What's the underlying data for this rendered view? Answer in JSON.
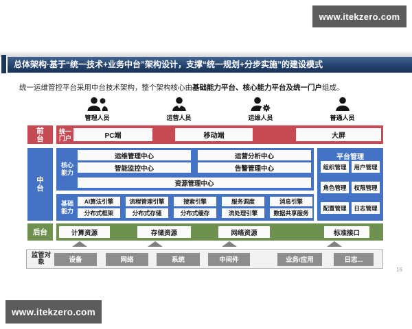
{
  "header": {
    "site": "www.itekzero.com"
  },
  "footer": {
    "site": "www.itekzero.com"
  },
  "title": "总体架构·基于“统一技术+业务中台”架构设计，支撑“统一规划+分步实施”的建设模式",
  "subtitle": {
    "prefix": "统一运维管控平台采用中台技术架构，整个架构核心由",
    "bold": "基础能力平台、核心能力平台及统一门户",
    "suffix": "组成。"
  },
  "roles": [
    {
      "label": "管理人员",
      "icon": "two-users-icon"
    },
    {
      "label": "运营人员",
      "icon": "user-tie-icon"
    },
    {
      "label": "运维人员",
      "icon": "user-gear-icon"
    },
    {
      "label": "普通人员",
      "icon": "user-icon"
    }
  ],
  "front": {
    "layer_label": "前台",
    "group_label": "统一门户",
    "items": [
      "PC端",
      "移动端",
      "大屏"
    ]
  },
  "middle": {
    "layer_label": "中台",
    "core": {
      "label": "核心能力",
      "boxes": [
        "运维管理中心",
        "运营分析中心",
        "智能监控中心",
        "告警管理中心"
      ],
      "full_box": "资源管理中心"
    },
    "basic": {
      "label": "基础能力",
      "row1": [
        "AI算法引擎",
        "流程管理引擎",
        "搜索引擎",
        "服务调度",
        "消息引擎"
      ],
      "row2": [
        "分布式框架",
        "分布式存储",
        "分布式缓存",
        "流处理引擎",
        "数据共享服务"
      ]
    }
  },
  "platform": {
    "title": "平台管理",
    "items": [
      "组织管理",
      "用户管理",
      "角色管理",
      "权限管理",
      "配置管理",
      "日志管理"
    ]
  },
  "back": {
    "layer_label": "后台",
    "items": [
      "计算资源",
      "存储资源",
      "网络资源",
      "标准接口"
    ]
  },
  "objects": {
    "label": "监管对象",
    "items": [
      "设备",
      "网络",
      "系统",
      "中间件",
      "业务/应用",
      "日志..."
    ]
  },
  "page_number": "16",
  "colors": {
    "front_red": "#c64a52",
    "middle_blue": "#4472c4",
    "back_green": "#6f9150",
    "object_gray": "#8d8d8d",
    "banner_gray": "#5c5c5c",
    "title_navy": "#22406b"
  }
}
